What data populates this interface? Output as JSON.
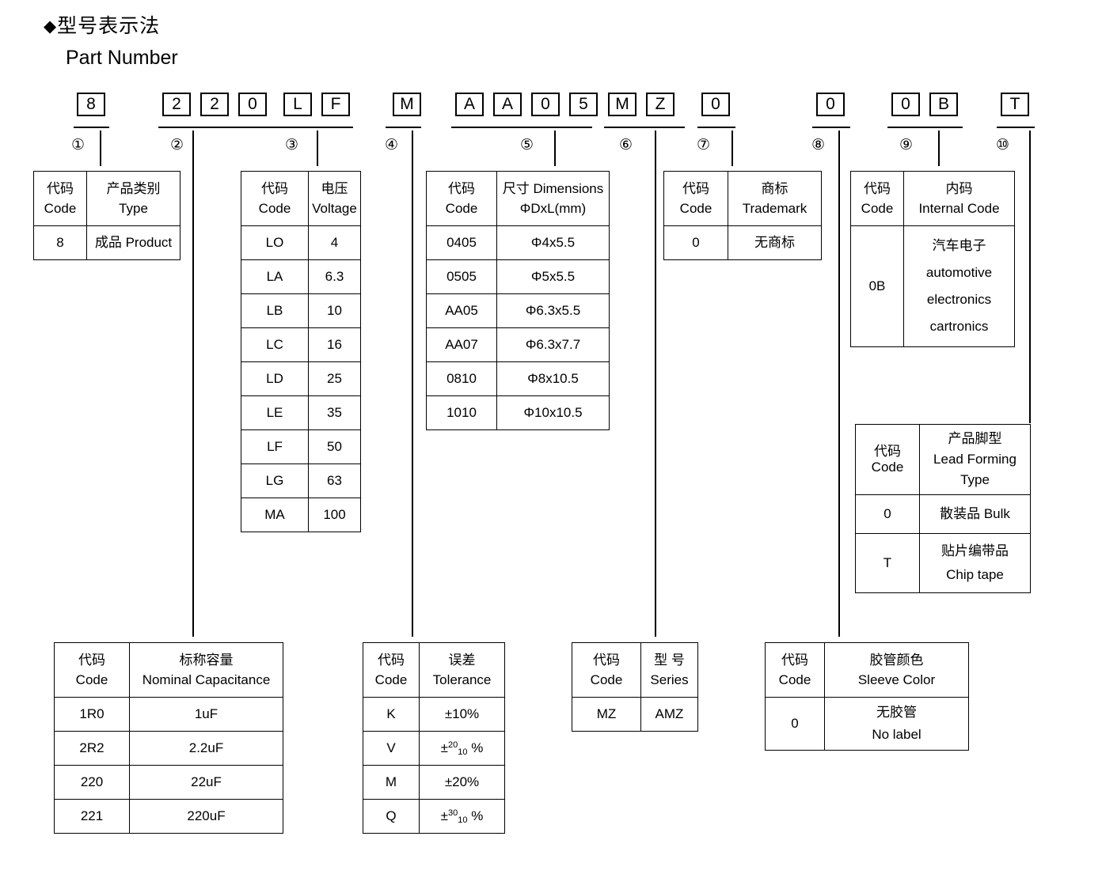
{
  "heading": {
    "diamond": "◆",
    "title_cn": "型号表示法",
    "title_en": "Part Number"
  },
  "part_number": {
    "groups": [
      {
        "index": "①",
        "chars": [
          "8"
        ]
      },
      {
        "index": "②",
        "chars": [
          "2",
          "2",
          "0"
        ]
      },
      {
        "index": "③",
        "chars": [
          "L",
          "F"
        ]
      },
      {
        "index": "④",
        "chars": [
          "M"
        ]
      },
      {
        "index": "⑤",
        "chars": [
          "A",
          "A",
          "0",
          "5"
        ]
      },
      {
        "index": "⑥",
        "chars": [
          "M",
          "Z"
        ]
      },
      {
        "index": "⑦",
        "chars": [
          "0"
        ]
      },
      {
        "index": "⑧",
        "chars": [
          "0"
        ]
      },
      {
        "index": "⑨",
        "chars": [
          "0",
          "B"
        ]
      },
      {
        "index": "⑩",
        "chars": [
          "T"
        ]
      }
    ]
  },
  "tables": {
    "type": {
      "head_code_cn": "代码",
      "head_code_en": "Code",
      "head_val_cn": "产品类别",
      "head_val_en": "Type",
      "rows": [
        {
          "code": "8",
          "value": "成品 Product"
        }
      ]
    },
    "voltage": {
      "head_code_cn": "代码",
      "head_code_en": "Code",
      "head_val_cn": "电压",
      "head_val_en": "Voltage",
      "rows": [
        {
          "code": "LO",
          "value": "4"
        },
        {
          "code": "LA",
          "value": "6.3"
        },
        {
          "code": "LB",
          "value": "10"
        },
        {
          "code": "LC",
          "value": "16"
        },
        {
          "code": "LD",
          "value": "25"
        },
        {
          "code": "LE",
          "value": "35"
        },
        {
          "code": "LF",
          "value": "50"
        },
        {
          "code": "LG",
          "value": "63"
        },
        {
          "code": "MA",
          "value": "100"
        }
      ]
    },
    "dimensions": {
      "head_code_cn": "代码",
      "head_code_en": "Code",
      "head_val_cn": "尺寸 Dimensions",
      "head_val_en": "ΦDxL(mm)",
      "rows": [
        {
          "code": "0405",
          "value": "Φ4x5.5"
        },
        {
          "code": "0505",
          "value": "Φ5x5.5"
        },
        {
          "code": "AA05",
          "value": "Φ6.3x5.5"
        },
        {
          "code": "AA07",
          "value": "Φ6.3x7.7"
        },
        {
          "code": "0810",
          "value": "Φ8x10.5"
        },
        {
          "code": "1010",
          "value": "Φ10x10.5"
        }
      ]
    },
    "trademark": {
      "head_code_cn": "代码",
      "head_code_en": "Code",
      "head_val_cn": "商标",
      "head_val_en": "Trademark",
      "rows": [
        {
          "code": "0",
          "value": "无商标"
        }
      ]
    },
    "internal_code": {
      "head_code_cn": "代码",
      "head_code_en": "Code",
      "head_val_cn": "内码",
      "head_val_en": "Internal Code",
      "rows": [
        {
          "code": "0B",
          "line1": "汽车电子",
          "line2": "automotive",
          "line3": "electronics",
          "line4": "cartronics"
        }
      ]
    },
    "lead_forming": {
      "head_code_cn": "代码",
      "head_code_en": "Code",
      "head_val_cn": "产品脚型",
      "head_val_en": "Lead Forming",
      "head_val_en2": "Type",
      "rows": [
        {
          "code": "0",
          "line1": "散装品 Bulk",
          "line2": ""
        },
        {
          "code": "T",
          "line1": "贴片编带品",
          "line2": "Chip tape"
        }
      ]
    },
    "capacitance": {
      "head_code_cn": "代码",
      "head_code_en": "Code",
      "head_val_cn": "标称容量",
      "head_val_en": "Nominal Capacitance",
      "rows": [
        {
          "code": "1R0",
          "value": "1uF"
        },
        {
          "code": "2R2",
          "value": "2.2uF"
        },
        {
          "code": "220",
          "value": "22uF"
        },
        {
          "code": "221",
          "value": "220uF"
        }
      ]
    },
    "tolerance": {
      "head_code_cn": "代码",
      "head_code_en": "Code",
      "head_val_cn": "误差",
      "head_val_en": "Tolerance",
      "rows": [
        {
          "code": "K",
          "plain": "±10%",
          "sign": "",
          "sup": "",
          "sub": "",
          "unit": ""
        },
        {
          "code": "V",
          "plain": "",
          "sign": "±",
          "sup": "20",
          "sub": "10",
          "unit": "%"
        },
        {
          "code": "M",
          "plain": "±20%",
          "sign": "",
          "sup": "",
          "sub": "",
          "unit": ""
        },
        {
          "code": "Q",
          "plain": "",
          "sign": "±",
          "sup": "30",
          "sub": "10",
          "unit": "%"
        }
      ]
    },
    "series": {
      "head_code_cn": "代码",
      "head_code_en": "Code",
      "head_val_cn": "型 号",
      "head_val_en": "Series",
      "rows": [
        {
          "code": "MZ",
          "value": "AMZ"
        }
      ]
    },
    "sleeve_color": {
      "head_code_cn": "代码",
      "head_code_en": "Code",
      "head_val_cn": "胶管颜色",
      "head_val_en": "Sleeve Color",
      "rows": [
        {
          "code": "0",
          "line1": "无胶管",
          "line2": "No label"
        }
      ]
    }
  }
}
